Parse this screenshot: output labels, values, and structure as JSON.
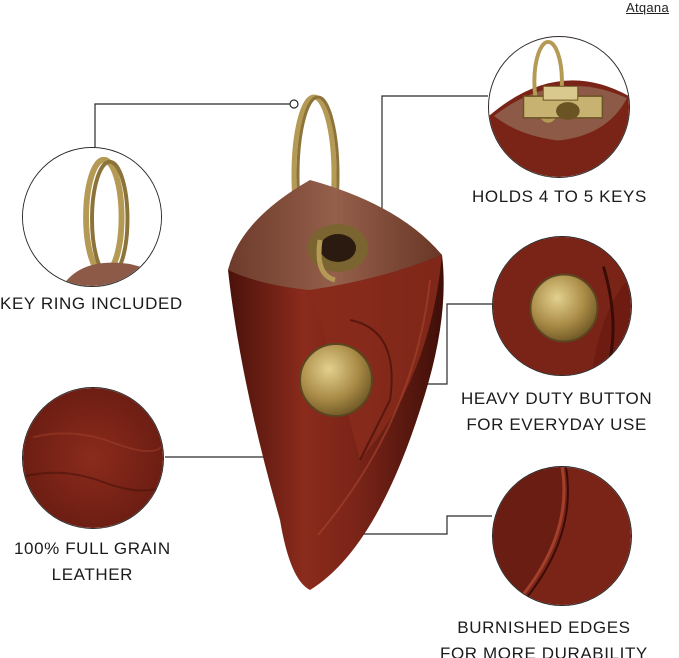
{
  "brand": "Atqana",
  "callouts": {
    "key_ring": {
      "text": "KEY RING INCLUDED",
      "icon": "key-ring-closeup"
    },
    "holds_keys": {
      "text": "HOLDS 4 TO 5 KEYS",
      "icon": "keys-closeup"
    },
    "button_line1": "HEAVY DUTY BUTTON",
    "button_line2": "FOR EVERYDAY USE",
    "leather_line1": "100% FULL GRAIN",
    "leather_line2": "LEATHER",
    "edges_line1": "BURNISHED EDGES",
    "edges_line2": "FOR MORE DURABILITY"
  },
  "colors": {
    "leather": "#7a2418",
    "leather_dark": "#4a120b",
    "leather_light": "#a2402b",
    "brass": "#a88a45",
    "brass_light": "#d6c07a",
    "suede": "#8c5a46"
  }
}
